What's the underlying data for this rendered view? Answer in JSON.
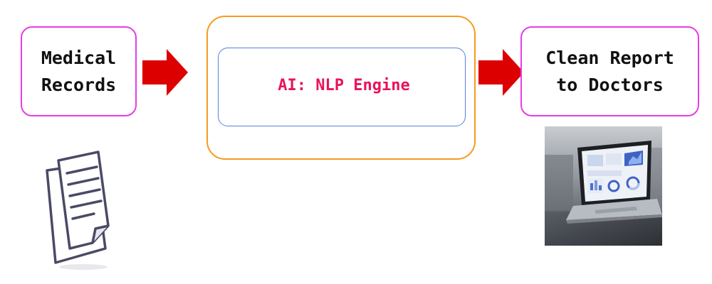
{
  "nodes": {
    "input": "Medical\nRecords",
    "engine": "AI: NLP Engine",
    "output": "Clean Report\nto Doctors"
  },
  "icons": {
    "arrow_1": "right-arrow-icon",
    "arrow_2": "right-arrow-icon",
    "document": "document-stack-icon",
    "laptop": "laptop-dashboard-photo"
  },
  "colors": {
    "io_border": "#e63ce6",
    "outer_border": "#f59b1e",
    "inner_border": "#5b7fe0",
    "engine_text": "#e8145a",
    "arrow": "#dd0000"
  }
}
